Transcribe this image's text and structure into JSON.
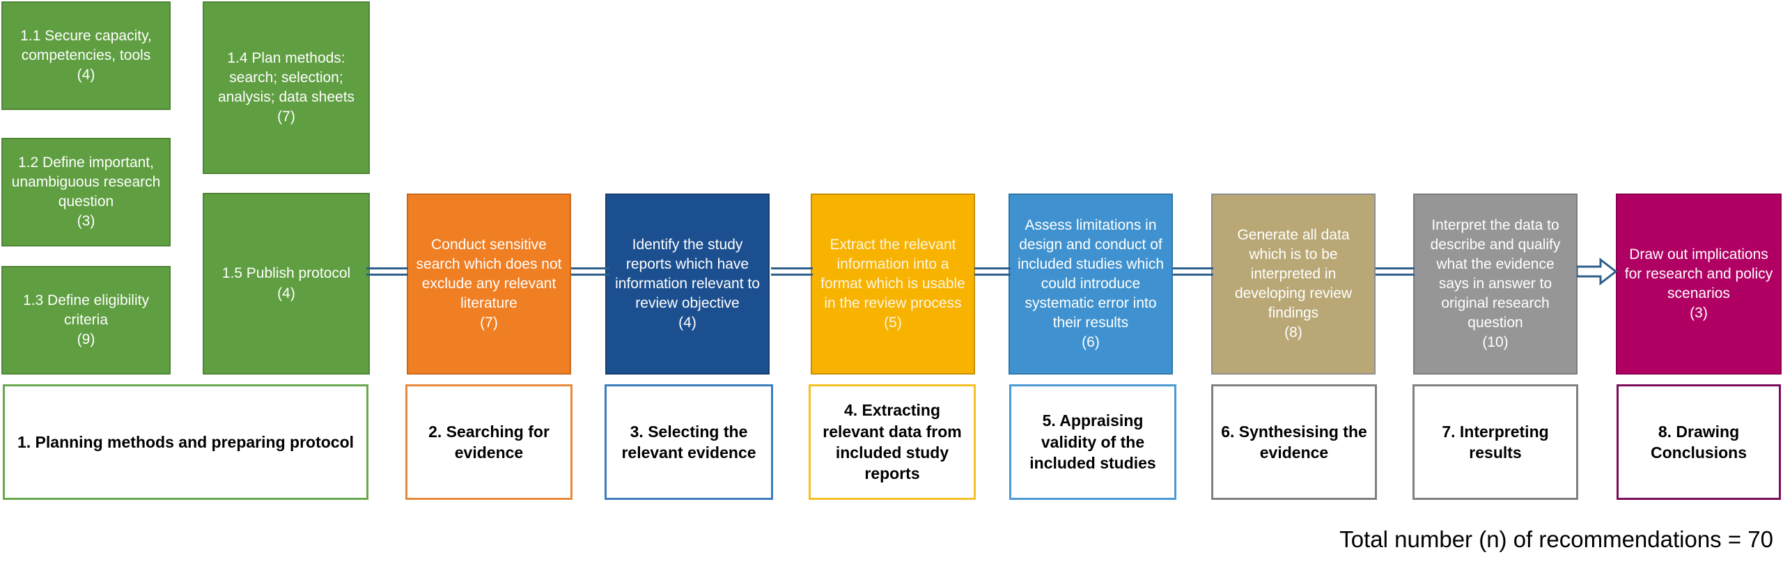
{
  "diagram": {
    "title": "Systematic review process stages with recommendation counts",
    "caption": "Total number (n) of recommendations = 70",
    "colors": {
      "green": "#5f9e41",
      "green_border": "#4f8636",
      "orange": "#f07e22",
      "orange_border": "#c86a1d",
      "navy": "#1b4f8f",
      "navy_border": "#163f73",
      "yellow": "#f8b301",
      "yellow_border": "#c68f01",
      "lightblue": "#3f92cf",
      "lightblue_border": "#2f76a8",
      "tan": "#b9a876",
      "tan_border": "#8c8c8c",
      "grey": "#969696",
      "grey_border": "#7c7c7c",
      "magenta": "#b10063",
      "magenta_border": "#8d0050",
      "connector": "#2e5f8a",
      "stage_green_border": "#6aa84f",
      "stage_orange_border": "#e8883a",
      "stage_blue_border": "#3d7cbf",
      "stage_yellow_border": "#f5c026",
      "stage_lightblue_border": "#4a9ad4",
      "stage_grey_border": "#808080",
      "stage_magenta_border": "#7c0b5b"
    },
    "planning_details": [
      {
        "id": "1.1",
        "text": "1.1 Secure capacity, competencies, tools",
        "count": "(4)"
      },
      {
        "id": "1.2",
        "text": "1.2 Define important, unambiguous research question",
        "count": "(3)"
      },
      {
        "id": "1.3",
        "text": "1.3 Define eligibility criteria",
        "count": "(9)"
      },
      {
        "id": "1.4",
        "text": "1.4 Plan methods: search; selection; analysis; data sheets",
        "count": "(7)"
      },
      {
        "id": "1.5",
        "text": "1.5 Publish protocol",
        "count": "(4)"
      }
    ],
    "stage_details": [
      {
        "stage": 2,
        "text": "Conduct sensitive search which does not exclude any relevant literature",
        "count": "(7)"
      },
      {
        "stage": 3,
        "text": "Identify the study reports which have information relevant to review objective",
        "count": "(4)"
      },
      {
        "stage": 4,
        "text": "Extract the relevant information into a format which is usable in the review process",
        "count": "(5)"
      },
      {
        "stage": 5,
        "text": "Assess limitations in design and conduct of included studies which could introduce systematic error into their results",
        "count": "(6)"
      },
      {
        "stage": 6,
        "text": "Generate all data which is to be interpreted in developing review findings",
        "count": "(8)"
      },
      {
        "stage": 7,
        "text": "Interpret the data to describe and qualify what the evidence says in answer to original research question",
        "count": "(10)"
      },
      {
        "stage": 8,
        "text": "Draw out implications for research and policy scenarios",
        "count": "(3)"
      }
    ],
    "stages": [
      {
        "number": "1",
        "label": "1. Planning methods and preparing protocol"
      },
      {
        "number": "2",
        "label": "2. Searching for evidence"
      },
      {
        "number": "3",
        "label": "3. Selecting the relevant evidence"
      },
      {
        "number": "4",
        "label": "4. Extracting relevant data from included study reports"
      },
      {
        "number": "5",
        "label": "5. Appraising validity of the included studies"
      },
      {
        "number": "6",
        "label": "6. Synthesising the evidence"
      },
      {
        "number": "7",
        "label": "7. Interpreting results"
      },
      {
        "number": "8",
        "label": "8. Drawing Conclusions"
      }
    ]
  }
}
